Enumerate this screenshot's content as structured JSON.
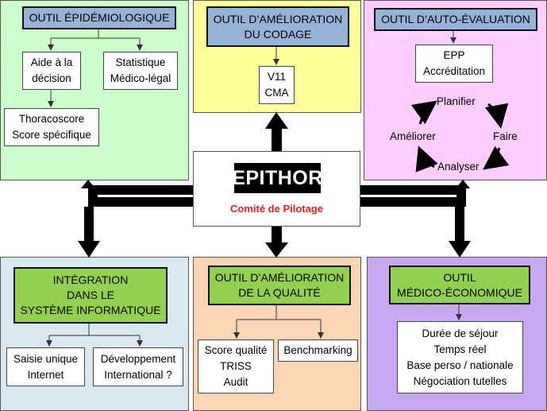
{
  "center": {
    "title": "EPITHOR",
    "subtitle": "Comité de Pilotage"
  },
  "epidemio": {
    "header": "OUTIL ÉPIDÉMIOLOGIQUE",
    "decision": "Aide à la\ndécision",
    "stat": "Statistique\nMédico-légal",
    "scores": "Thoracoscore\nScore spécifique"
  },
  "codage": {
    "header": "OUTIL D’AMÉLIORATION\nDU CODAGE",
    "item": "V11\nCMA"
  },
  "auto": {
    "header": "OUTIL D’AUTO-ÉVALUATION",
    "item": "EPP\nAccréditation",
    "cycle": {
      "top": "Planifier",
      "right": "Faire",
      "bottom": "Analyser",
      "left": "Améliorer"
    }
  },
  "integration": {
    "header": "INTÉGRATION\nDANS LE\nSYSTÈME INFORMATIQUE",
    "saisie": "Saisie unique\nInternet",
    "dev": "Développement\nInternational ?"
  },
  "qualite": {
    "header": "OUTIL D’AMÉLIORATION\nDE LA QUALITÉ",
    "score": "Score qualité\nTRISS\nAudit",
    "bench": "Benchmarking"
  },
  "medeco": {
    "header": "OUTIL\nMÉDICO-ÉCONOMIQUE",
    "items": "Durée de séjour\nTemps réel\nBase perso / nationale\nNégociation tutelles"
  },
  "colors": {
    "epidemio_bg": "#ccffcc",
    "codage_bg": "#ffff99",
    "auto_bg": "#ffccff",
    "integration_bg": "#dae8f0",
    "qualite_bg": "#fcd5b4",
    "medeco_bg": "#c8a8f0",
    "header_blue": "#95b3d7",
    "header_green": "#92d050",
    "subtitle_red": "#e02020"
  }
}
